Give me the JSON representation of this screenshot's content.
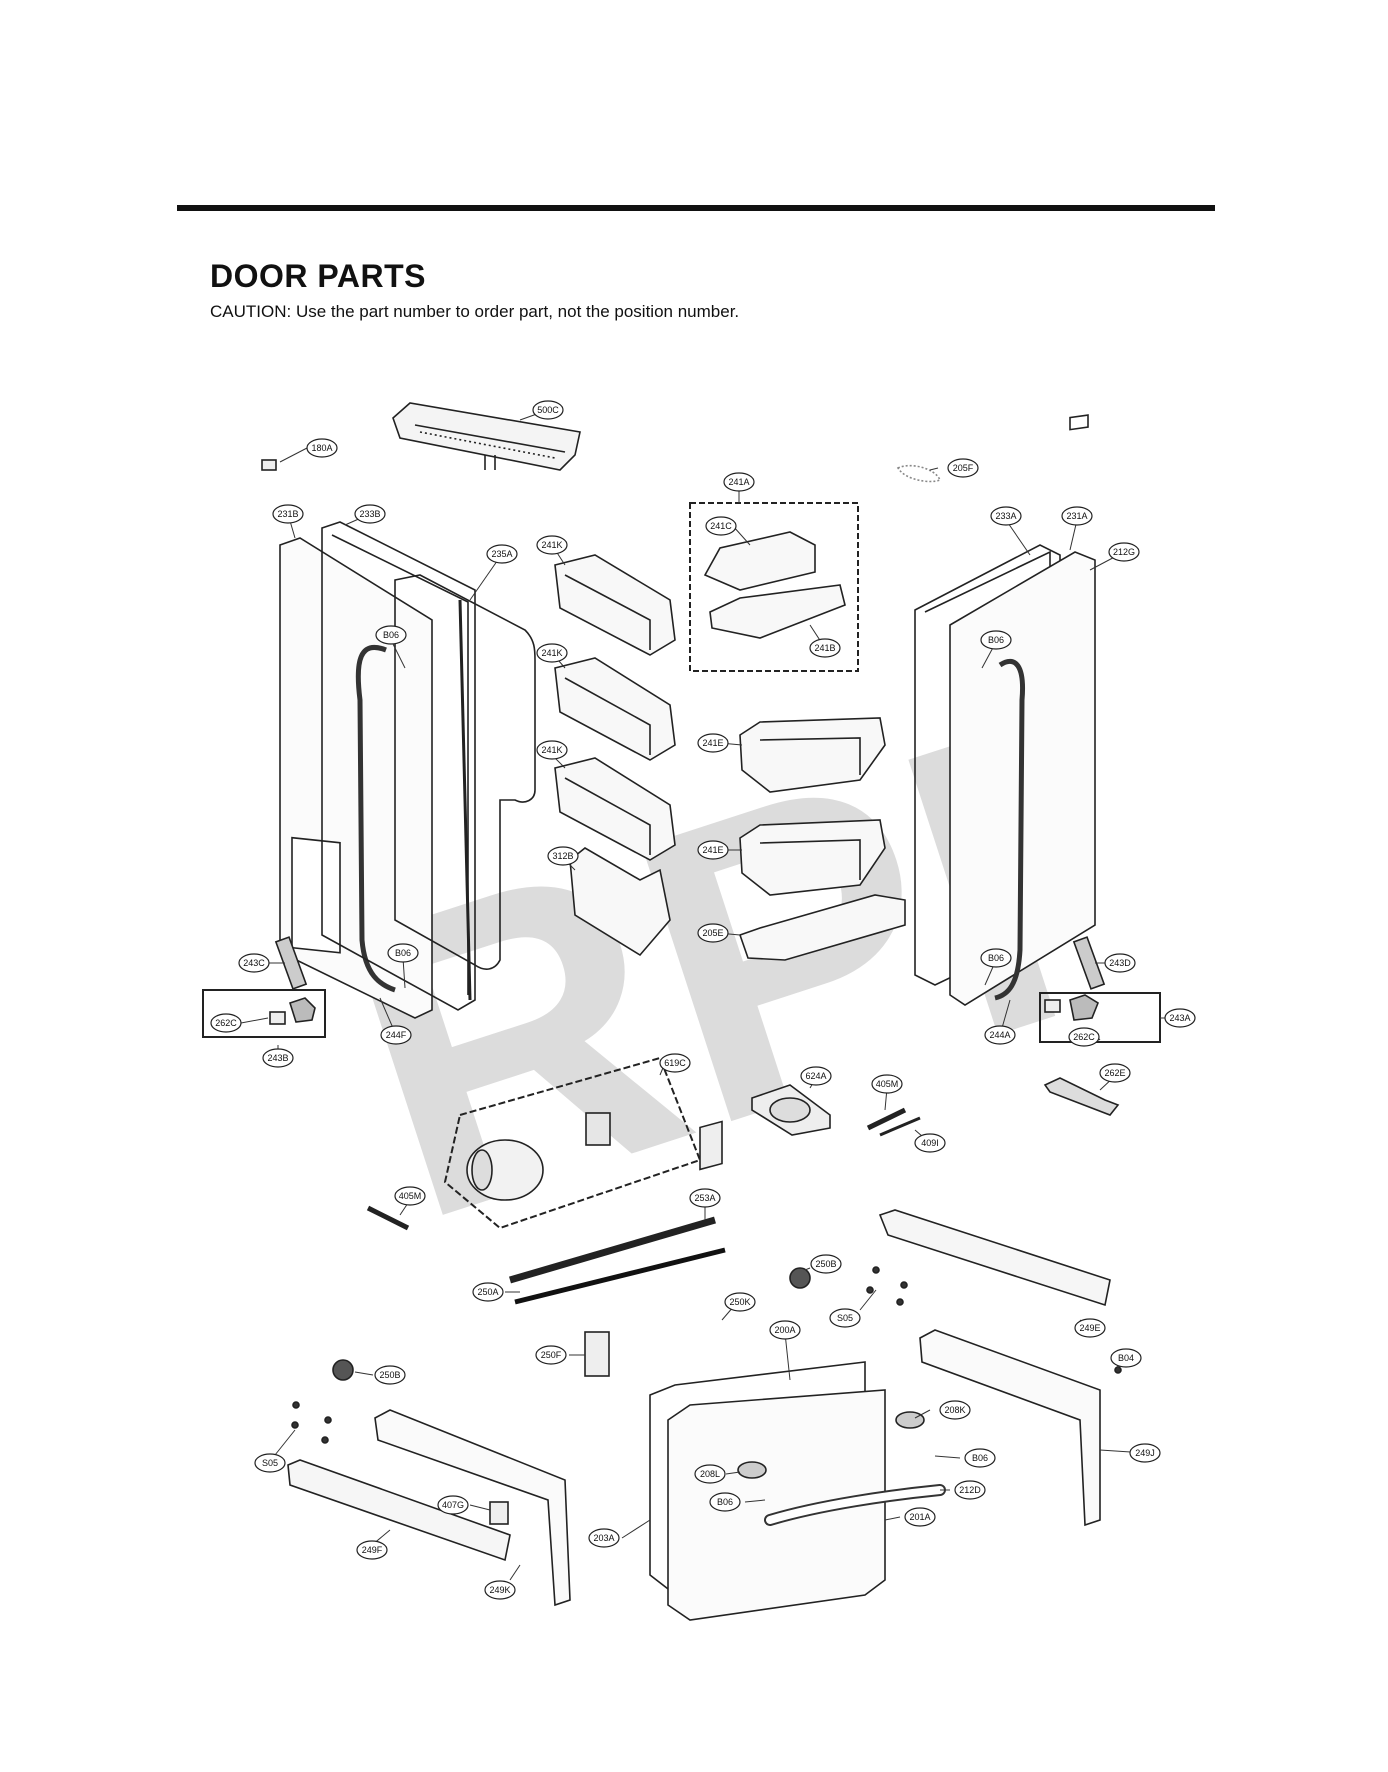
{
  "header": {
    "title": "DOOR PARTS",
    "caution": "CAUTION: Use the part number to order part, not the position number."
  },
  "watermark": "RPI",
  "callouts": [
    {
      "id": "c01",
      "label": "500C"
    },
    {
      "id": "c02",
      "label": "180A"
    },
    {
      "id": "c03",
      "label": "205F"
    },
    {
      "id": "c04",
      "label": "241A"
    },
    {
      "id": "c05",
      "label": "231B"
    },
    {
      "id": "c06",
      "label": "233B"
    },
    {
      "id": "c07",
      "label": "235A"
    },
    {
      "id": "c08",
      "label": "241K"
    },
    {
      "id": "c09",
      "label": "241C"
    },
    {
      "id": "c10",
      "label": "233A"
    },
    {
      "id": "c11",
      "label": "231A"
    },
    {
      "id": "c12",
      "label": "212G"
    },
    {
      "id": "c13",
      "label": "B06"
    },
    {
      "id": "c14",
      "label": "241B"
    },
    {
      "id": "c15",
      "label": "B06"
    },
    {
      "id": "c16",
      "label": "241K"
    },
    {
      "id": "c17",
      "label": "241E"
    },
    {
      "id": "c18",
      "label": "241K"
    },
    {
      "id": "c19",
      "label": "241E"
    },
    {
      "id": "c20",
      "label": "312B"
    },
    {
      "id": "c21",
      "label": "205E"
    },
    {
      "id": "c22",
      "label": "243C"
    },
    {
      "id": "c23",
      "label": "B06"
    },
    {
      "id": "c24",
      "label": "B06"
    },
    {
      "id": "c25",
      "label": "243D"
    },
    {
      "id": "c26",
      "label": "262C"
    },
    {
      "id": "c27",
      "label": "244F"
    },
    {
      "id": "c28",
      "label": "244A"
    },
    {
      "id": "c29",
      "label": "262C"
    },
    {
      "id": "c30",
      "label": "243A"
    },
    {
      "id": "c31",
      "label": "243B"
    },
    {
      "id": "c32",
      "label": "619C"
    },
    {
      "id": "c33",
      "label": "624A"
    },
    {
      "id": "c34",
      "label": "405M"
    },
    {
      "id": "c35",
      "label": "262E"
    },
    {
      "id": "c36",
      "label": "409I"
    },
    {
      "id": "c37",
      "label": "405M"
    },
    {
      "id": "c38",
      "label": "253A"
    },
    {
      "id": "c39",
      "label": "250B"
    },
    {
      "id": "c40",
      "label": "250A"
    },
    {
      "id": "c41",
      "label": "250K"
    },
    {
      "id": "c42",
      "label": "S05"
    },
    {
      "id": "c43",
      "label": "249E"
    },
    {
      "id": "c44",
      "label": "200A"
    },
    {
      "id": "c45",
      "label": "250F"
    },
    {
      "id": "c46",
      "label": "B04"
    },
    {
      "id": "c47",
      "label": "250B"
    },
    {
      "id": "c48",
      "label": "208K"
    },
    {
      "id": "c49",
      "label": "S05"
    },
    {
      "id": "c50",
      "label": "B06"
    },
    {
      "id": "c51",
      "label": "249J"
    },
    {
      "id": "c52",
      "label": "208L"
    },
    {
      "id": "c53",
      "label": "212D"
    },
    {
      "id": "c54",
      "label": "B06"
    },
    {
      "id": "c55",
      "label": "407G"
    },
    {
      "id": "c56",
      "label": "201A"
    },
    {
      "id": "c57",
      "label": "203A"
    },
    {
      "id": "c58",
      "label": "249F"
    },
    {
      "id": "c59",
      "label": "249K"
    }
  ]
}
